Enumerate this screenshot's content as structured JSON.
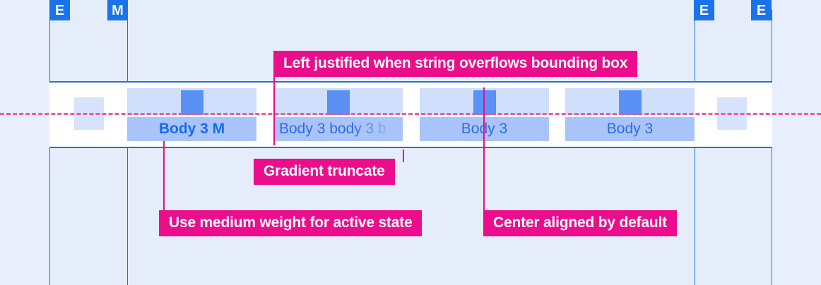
{
  "meta": {
    "accent_pink": "#ec0d8c",
    "accent_blue": "#1a73e8",
    "icon_blue": "#5b91f5",
    "band_light": "#cfdffc",
    "band_text": "#a9c4fb",
    "page_bg": "#e8eefb",
    "baseline_color": "#f0549c"
  },
  "badges": [
    {
      "label": "E",
      "name": "badge-e-left-1"
    },
    {
      "label": "M",
      "name": "badge-m-left-2"
    },
    {
      "label": "E",
      "name": "badge-e-right-1"
    },
    {
      "label": "E",
      "name": "badge-e-right-2"
    }
  ],
  "cells": [
    {
      "label": "Body 3 M",
      "state": "active",
      "alignment": "center"
    },
    {
      "label": "Body 3 body 3 b",
      "state": "overflow",
      "alignment": "left"
    },
    {
      "label": "Body 3",
      "state": "default",
      "alignment": "center"
    },
    {
      "label": "Body 3",
      "state": "default",
      "alignment": "center"
    }
  ],
  "annotations": [
    {
      "text": "Left justified when string overflows bounding box"
    },
    {
      "text": "Gradient truncate"
    },
    {
      "text": "Use medium weight for active state"
    },
    {
      "text": "Center aligned by default"
    }
  ]
}
